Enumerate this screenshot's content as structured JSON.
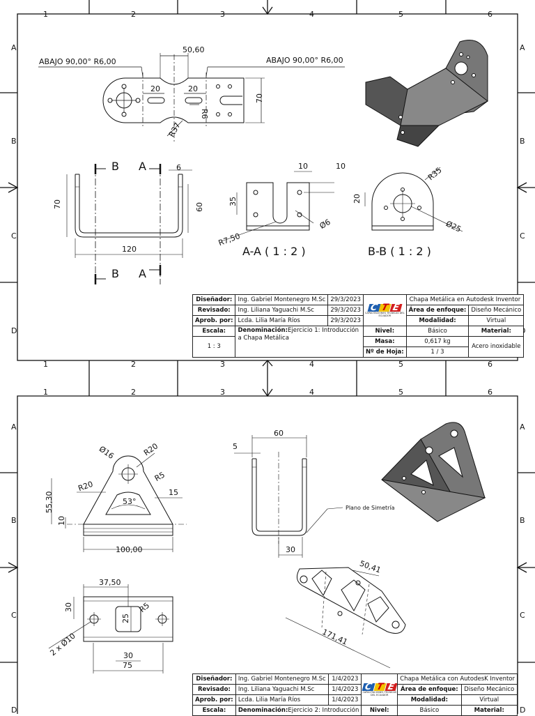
{
  "border": {
    "columns": [
      "1",
      "2",
      "3",
      "4",
      "5",
      "6"
    ],
    "rows_top": [
      "A",
      "B",
      "C",
      "D"
    ],
    "rows_bottom": [
      "A",
      "B",
      "C",
      "D"
    ]
  },
  "sheet1": {
    "dims": {
      "top_width": "50,60",
      "left_bend": "ABAJO 90,00° R6,00",
      "right_bend": "ABAJO 90,00° R6,00",
      "slot_left": "20",
      "slot_right": "20",
      "r6": "R6",
      "r37": "R37",
      "height70": "70",
      "front_height": "70",
      "front_width": "120",
      "front_thick": "6",
      "front_60": "60",
      "aa_10a": "10",
      "aa_10b": "10",
      "aa_35": "35",
      "aa_r750": "R7,50",
      "aa_d6": "Ø6",
      "bb_r35": "R35",
      "bb_20": "20",
      "bb_d25": "Ø25"
    },
    "sections": {
      "b": "B",
      "a": "A",
      "aa": "A-A ( 1 : 2 )",
      "bb": "B-B ( 1 : 2 )"
    },
    "titleblock": {
      "disenador_k": "Diseñador:",
      "disenador_v": "Ing. Gabriel Montenegro M.Sc",
      "disenador_d": "29/3/2023",
      "revisado_k": "Revisado:",
      "revisado_v": "Ing. Liliana Yaguachi M.Sc",
      "revisado_d": "29/3/2023",
      "aprob_k": "Aprob. por:",
      "aprob_v": "Lcda. Lilia María Ríos",
      "aprob_d": "29/3/2023",
      "escala_k": "Escala:",
      "escala_v": "1 : 3",
      "denom_k": "Denominación:",
      "denom_v": "Ejercicio 1: Introducción a Chapa Metálica",
      "logo": "CTE",
      "logo_sub": "CAPACITACIONES TÉCNICAS DEL ECUADOR",
      "project": "Chapa Metálica en Autodesk Inventor",
      "area_k": "Área de enfoque:",
      "area_v": "Diseño Mecánico",
      "modalidad_k": "Modalidad:",
      "modalidad_v": "Virtual",
      "nivel_k": "Nivel:",
      "nivel_v": "Básico",
      "material_k": "Material:",
      "material_v": "Acero inoxidable",
      "masa_k": "Masa:",
      "masa_v": "0,617 kg",
      "hoja_k": "Nº de Hoja:",
      "hoja_v": "1 / 3"
    }
  },
  "sheet2": {
    "dims": {
      "d16": "Ø16",
      "r20a": "R20",
      "r20b": "R20",
      "r5": "R5",
      "h5530": "55,30",
      "a53": "53°",
      "d15": "15",
      "d10": "10",
      "w100": "100,00",
      "w60": "60",
      "t5": "5",
      "w30": "30",
      "simetria": "Plano de Simetría",
      "f5041": "50,41",
      "f17141": "171,41",
      "b3750": "37,50",
      "b30": "30",
      "b25": "25",
      "br5": "R5",
      "b2x10": "2 x Ø10",
      "b30b": "30",
      "b75": "75"
    },
    "titleblock": {
      "disenador_k": "Diseñador:",
      "disenador_v": "Ing. Gabriel Montenegro M.Sc",
      "disenador_d": "1/4/2023",
      "revisado_k": "Revisado:",
      "revisado_v": "Ing. Liliana Yaguachi M.Sc",
      "revisado_d": "1/4/2023",
      "aprob_k": "Aprob. por:",
      "aprob_v": "Lcda. Lilia María Ríos",
      "aprob_d": "1/4/2023",
      "escala_k": "Escala:",
      "denom_k": "Denominación:",
      "denom_v": "Ejercicio 2: Introducción",
      "logo": "CTE",
      "logo_sub": "CAPACITACIONES TÉCNICAS DEL ECUADOR",
      "project": "Chapa Metálica con AutodesK Inventor",
      "area_k": "Área de enfoque:",
      "area_v": "Diseño Mecánico",
      "modalidad_k": "Modalidad:",
      "modalidad_v": "Virtual",
      "nivel_k": "Nivel:",
      "nivel_v": "Básico",
      "material_k": "Material:"
    }
  }
}
